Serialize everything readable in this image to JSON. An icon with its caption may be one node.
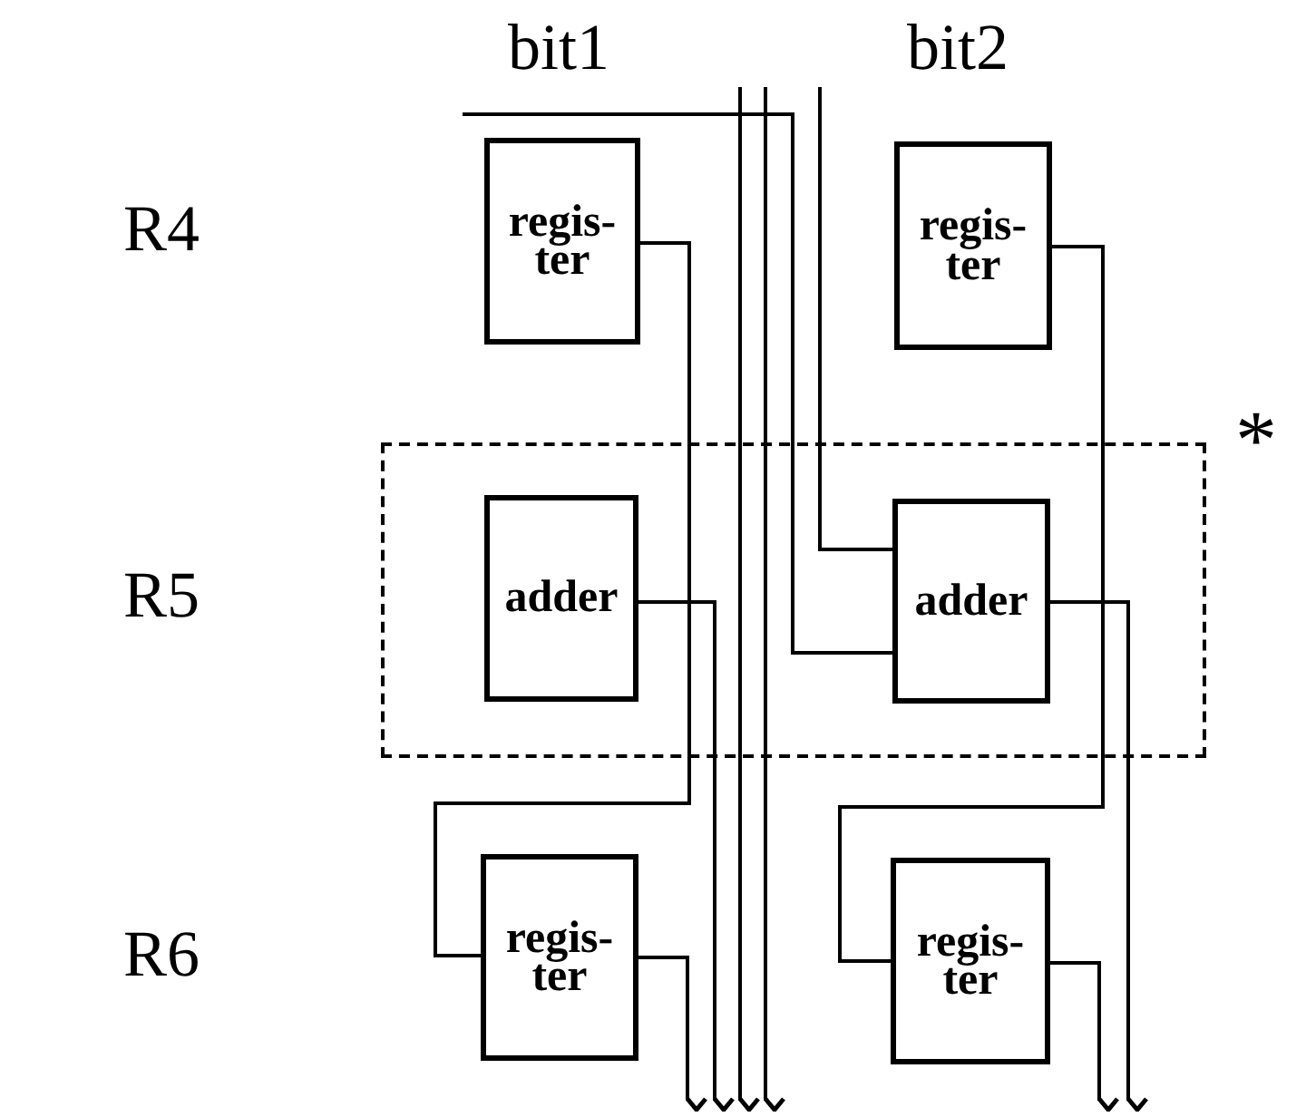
{
  "diagram": {
    "nodes": [
      {
        "text": [
          "regis- ter"
        ]
      },
      {
        "text": [
          "regis- ter"
        ]
      },
      {
        "text": [],
        "shape": "box",
        "beside": [
          "*"
        ]
      },
      {
        "text": [
          "adder"
        ],
        "in": 2
      },
      {
        "text": [
          "adder"
        ],
        "in": 2
      },
      {
        "text": [
          "regis- ter"
        ]
      },
      {
        "text": [
          "regis- ter"
        ]
      }
    ],
    "edges": [
      {
        "from": 0,
        "to": 5,
        "arrow": "none"
      },
      {
        "from": 1,
        "to": 6,
        "arrow": "none"
      },
      {
        "from": 3,
        "to": null,
        "arrow": "to"
      },
      {
        "from": 4,
        "to": null,
        "arrow": "to"
      },
      {
        "from": 5,
        "to": null,
        "arrow": "to"
      },
      {
        "from": 6,
        "to": null,
        "arrow": "to"
      },
      {
        "from": null,
        "to": 4,
        "arrow": "none"
      },
      {
        "from": null,
        "to": 4,
        "arrow": "none"
      }
    ],
    "labels": [
      "bit1",
      "bit2",
      "R4",
      "R5",
      "R6"
    ]
  }
}
